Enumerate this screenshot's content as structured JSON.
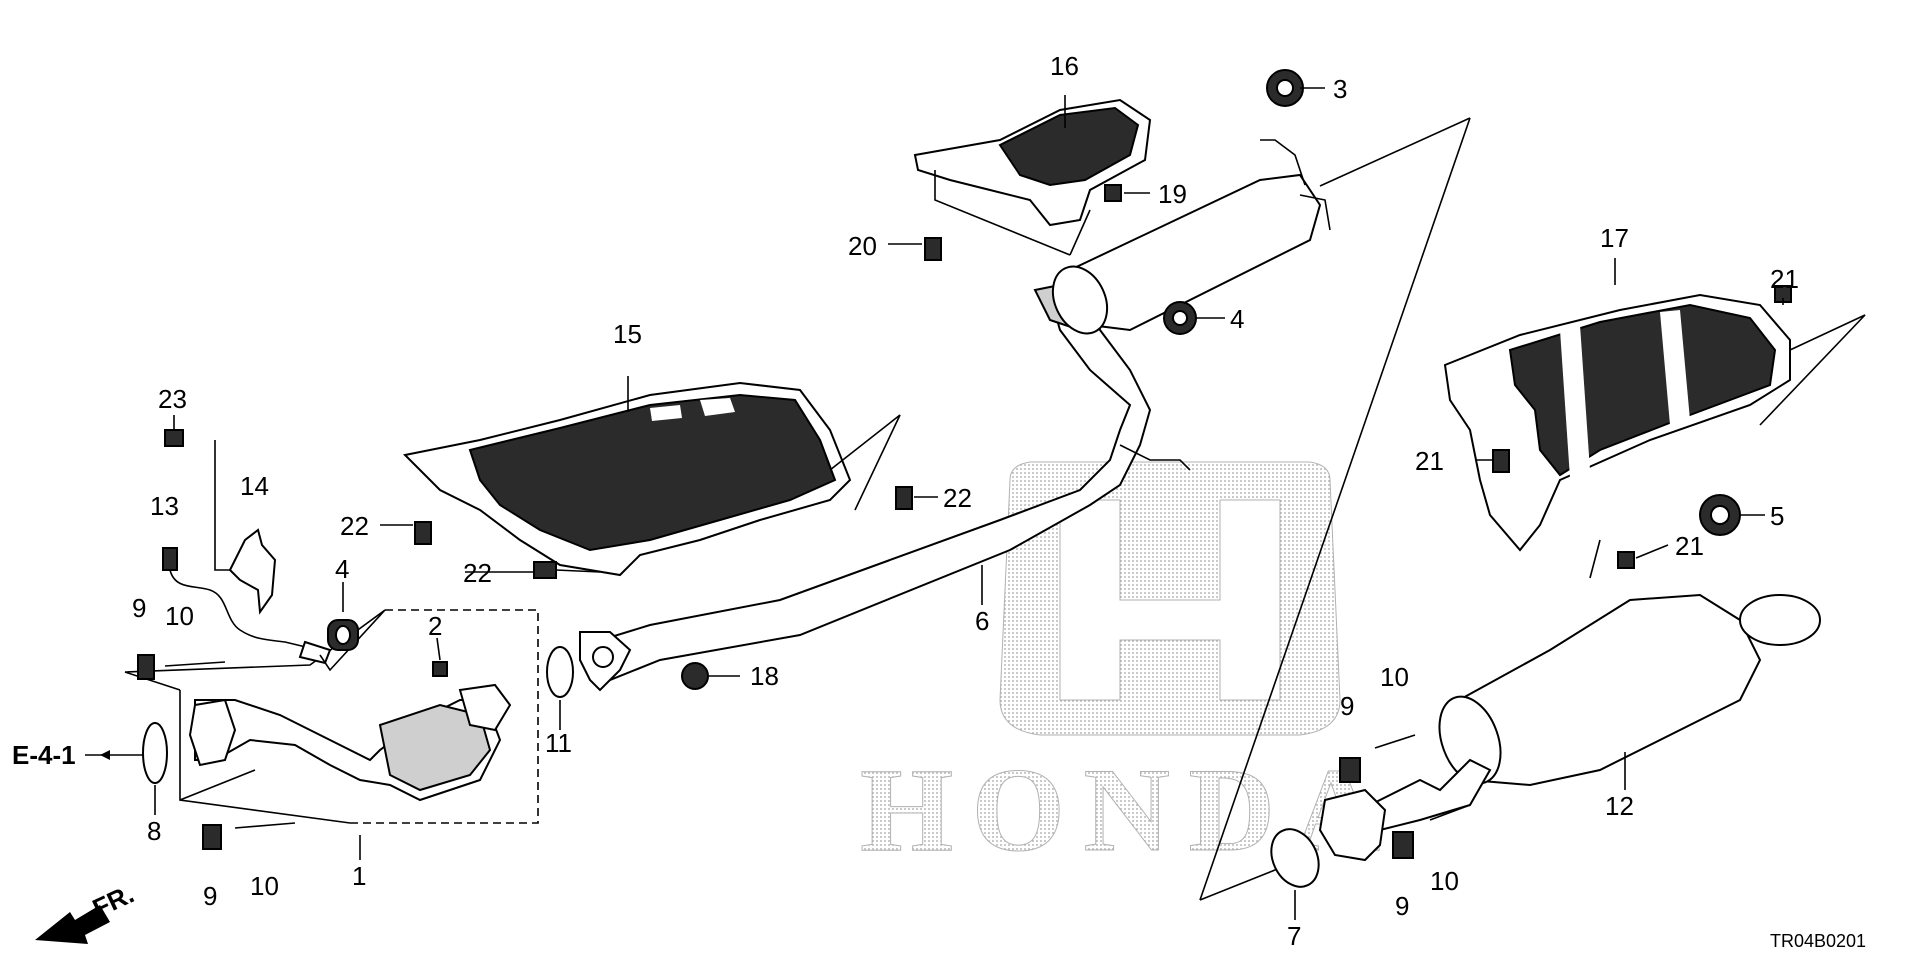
{
  "diagram": {
    "diagram_code": "TR04B0201",
    "reference": "E-4-1",
    "front_indicator": "FR.",
    "watermark": "HONDA",
    "callouts": {
      "c1": "1",
      "c2": "2",
      "c3": "3",
      "c4a": "4",
      "c4b": "4",
      "c5": "5",
      "c6": "6",
      "c7": "7",
      "c8": "8",
      "c9a": "9",
      "c9b": "9",
      "c9c": "9",
      "c9d": "9",
      "c10a": "10",
      "c10b": "10",
      "c10c": "10",
      "c10d": "10",
      "c11": "11",
      "c12": "12",
      "c13": "13",
      "c14": "14",
      "c15": "15",
      "c16": "16",
      "c17": "17",
      "c18": "18",
      "c19": "19",
      "c20": "20",
      "c21a": "21",
      "c21b": "21",
      "c21c": "21",
      "c22a": "22",
      "c22b": "22",
      "c22c": "22",
      "c23": "23"
    }
  }
}
